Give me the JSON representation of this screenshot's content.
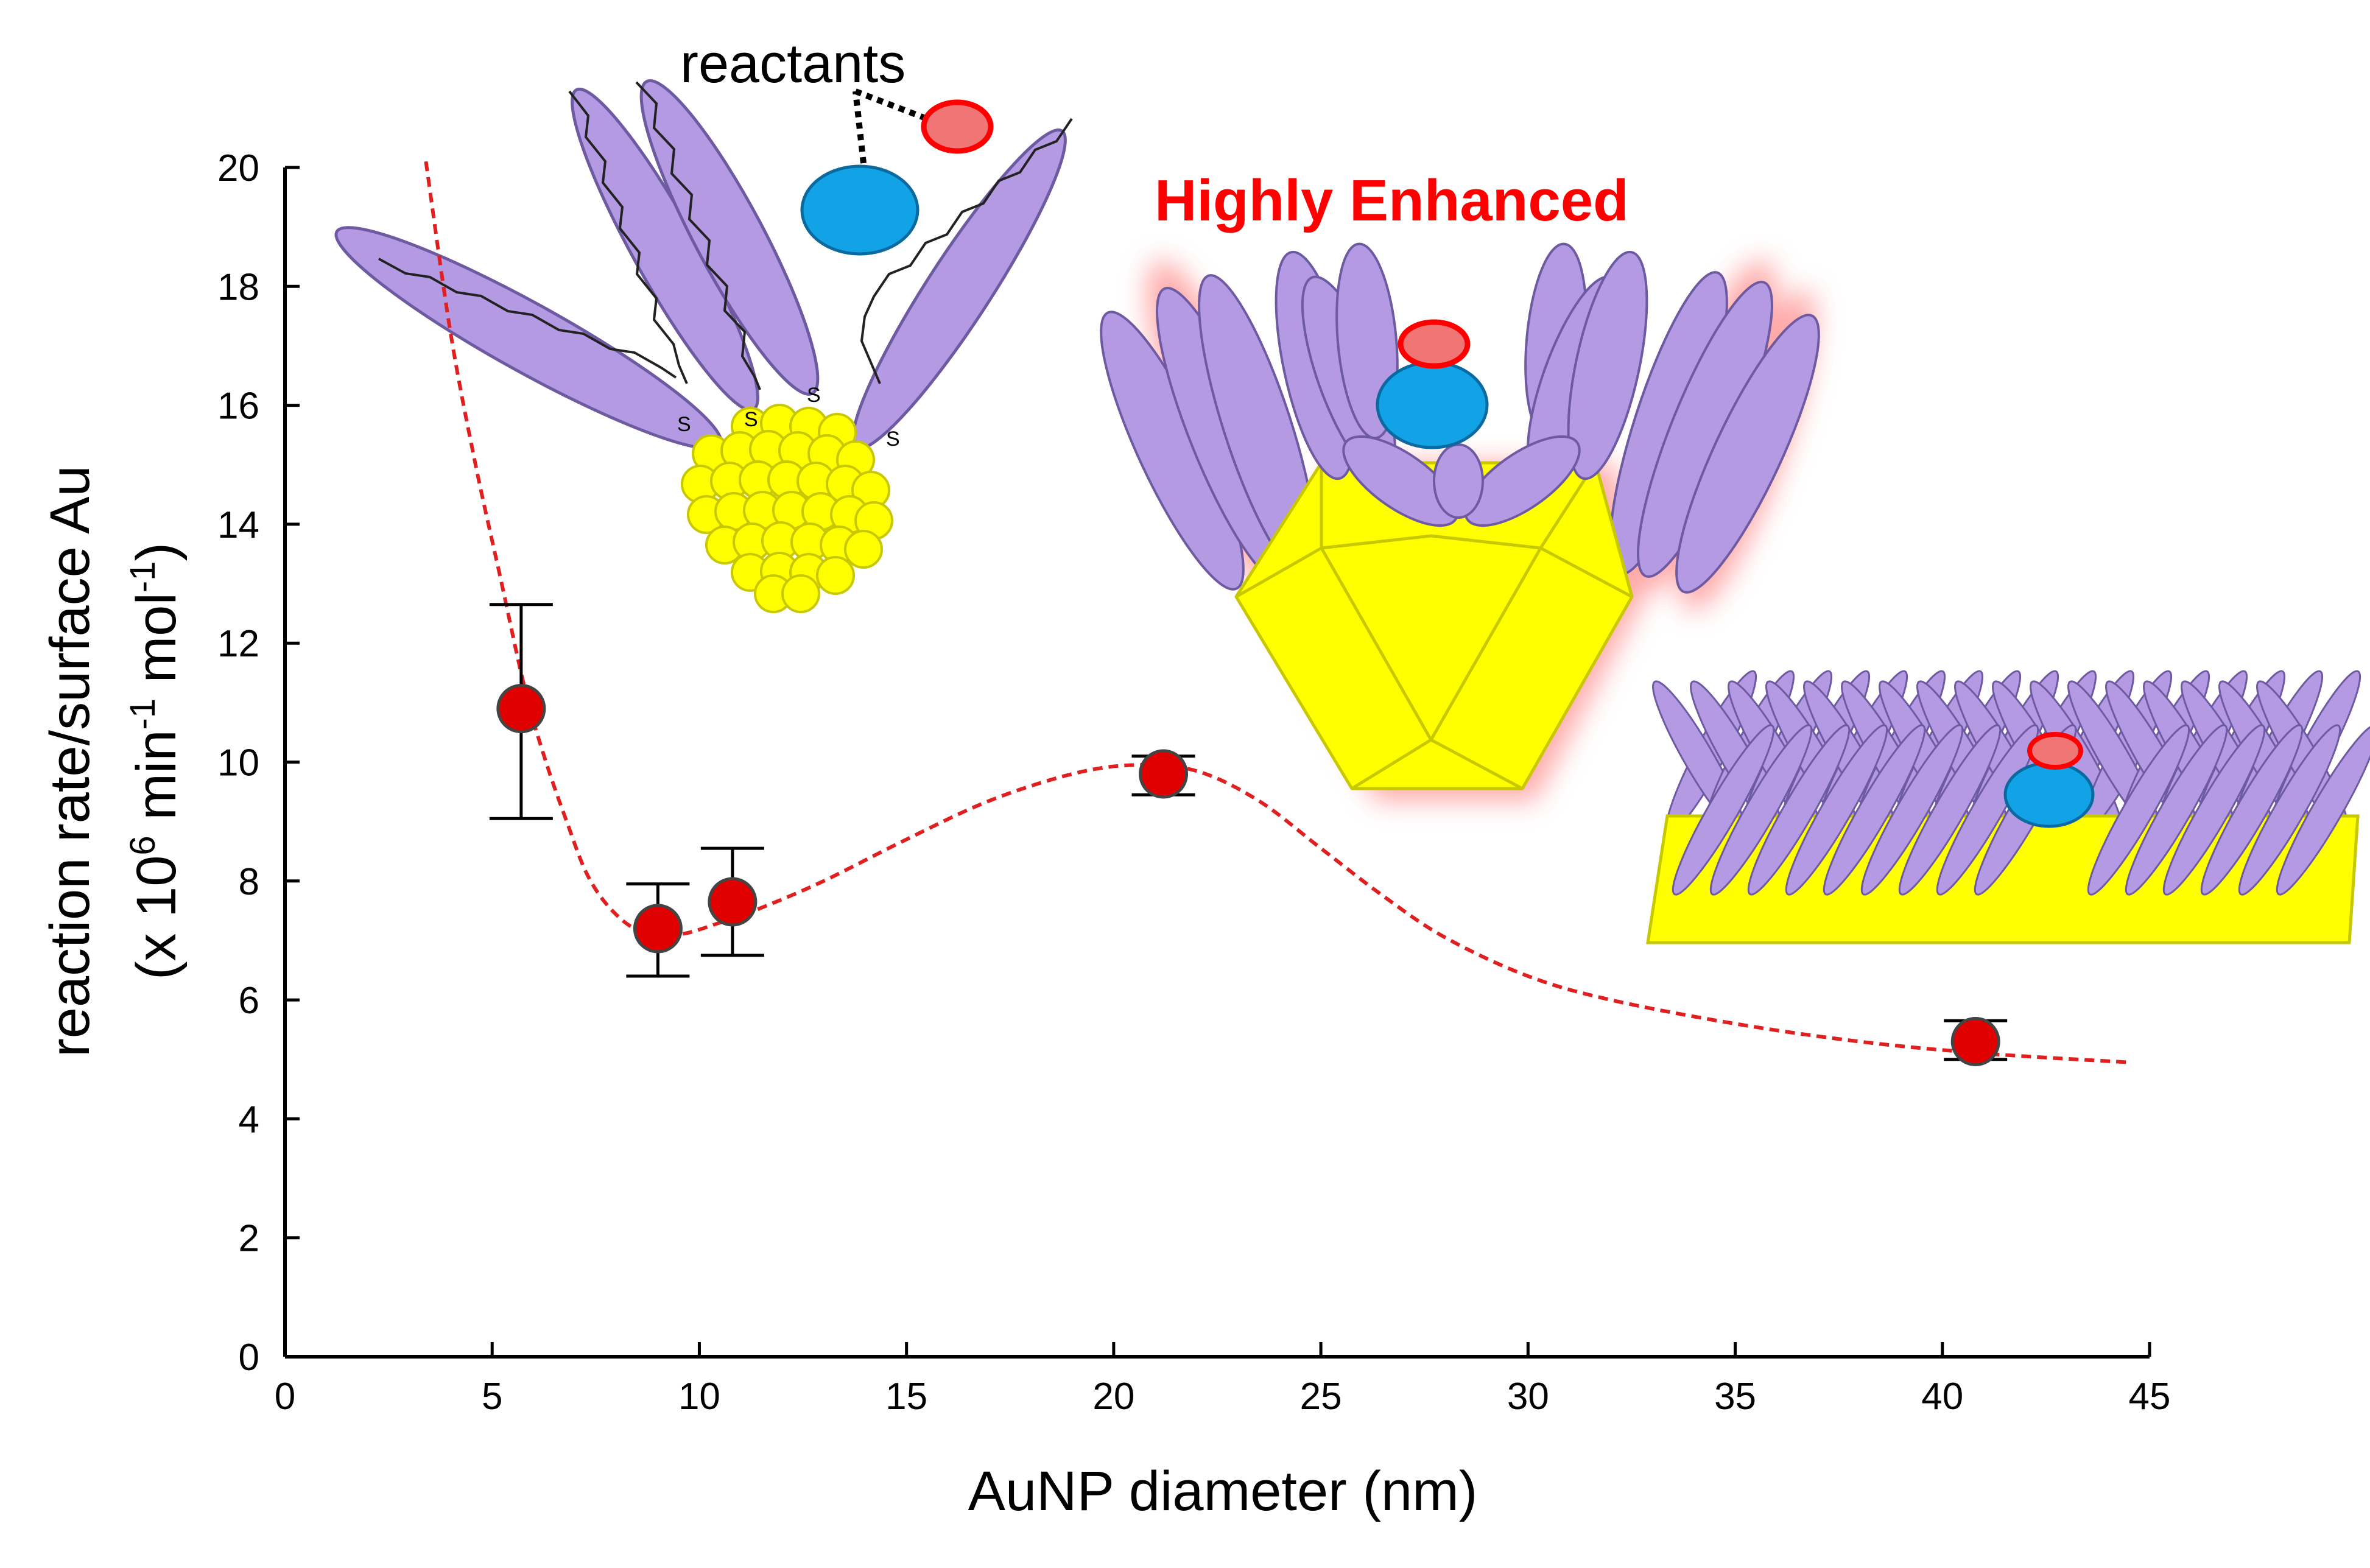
{
  "chart_data": {
    "type": "scatter",
    "xlabel": "AuNP diameter (nm)",
    "ylabel_line1": "reaction rate/surface Au",
    "ylabel_line2_parts": [
      "(x 10",
      "6",
      " min",
      "-1",
      " mol",
      "-1",
      ")"
    ],
    "xlim": [
      0,
      45
    ],
    "ylim": [
      0,
      20
    ],
    "x_ticks": [
      "0",
      "5",
      "10",
      "15",
      "20",
      "25",
      "30",
      "35",
      "40",
      "45"
    ],
    "y_ticks": [
      "0",
      "2",
      "4",
      "6",
      "8",
      "10",
      "12",
      "14",
      "16",
      "18",
      "20"
    ],
    "grid": false,
    "series": [
      {
        "points": [
          {
            "x": 5.7,
            "y": 10.9,
            "err_low": 9.05,
            "err_high": 12.65
          },
          {
            "x": 9.0,
            "y": 7.2,
            "err_low": 6.4,
            "err_high": 7.95
          },
          {
            "x": 10.8,
            "y": 7.65,
            "err_low": 6.75,
            "err_high": 8.55
          },
          {
            "x": 21.2,
            "y": 9.8,
            "err_low": 9.45,
            "err_high": 10.1
          },
          {
            "x": 40.8,
            "y": 5.3,
            "err_low": 5.0,
            "err_high": 5.65
          }
        ],
        "marker_color": "#e00000"
      }
    ],
    "trend_line": {
      "color": "#e02020",
      "style": "dashed",
      "points": [
        [
          3.4,
          20.1
        ],
        [
          4.0,
          17.2
        ],
        [
          4.6,
          15.0
        ],
        [
          5.2,
          13.1
        ],
        [
          5.8,
          11.2
        ],
        [
          6.3,
          10.0
        ],
        [
          6.8,
          9.0
        ],
        [
          7.3,
          8.1
        ],
        [
          7.9,
          7.5
        ],
        [
          8.6,
          7.15
        ],
        [
          9.5,
          7.1
        ],
        [
          10.5,
          7.3
        ],
        [
          11.5,
          7.55
        ],
        [
          13.0,
          8.0
        ],
        [
          15.0,
          8.7
        ],
        [
          17.0,
          9.35
        ],
        [
          19.0,
          9.8
        ],
        [
          20.5,
          9.95
        ],
        [
          22.0,
          9.85
        ],
        [
          23.5,
          9.35
        ],
        [
          25.0,
          8.55
        ],
        [
          26.5,
          7.75
        ],
        [
          28.0,
          7.05
        ],
        [
          30.0,
          6.4
        ],
        [
          32.0,
          6.0
        ],
        [
          35.0,
          5.6
        ],
        [
          38.0,
          5.3
        ],
        [
          41.0,
          5.1
        ],
        [
          44.5,
          4.95
        ]
      ]
    },
    "annotations": {
      "reactants_label": "reactants",
      "enhanced_label": "Highly Enhanced",
      "thiol_letter": "S"
    }
  },
  "colors": {
    "ligand_fill": "#b49ae3",
    "ligand_stroke": "#6d5aa0",
    "gold_fill": "#ffff00",
    "gold_stroke": "#c8c800",
    "reactant_blue": "#12a2e6",
    "reactant_red_fill": "#f07575",
    "reactant_red_stroke": "#ff0000",
    "glow": "#ff9a9a",
    "enhanced_text": "#ff0000"
  },
  "icons": [
    "ligand-chain-icon",
    "gold-cluster-icon",
    "gold-polyhedron-icon",
    "gold-flat-surface-icon",
    "reactant-molecule-icon"
  ]
}
